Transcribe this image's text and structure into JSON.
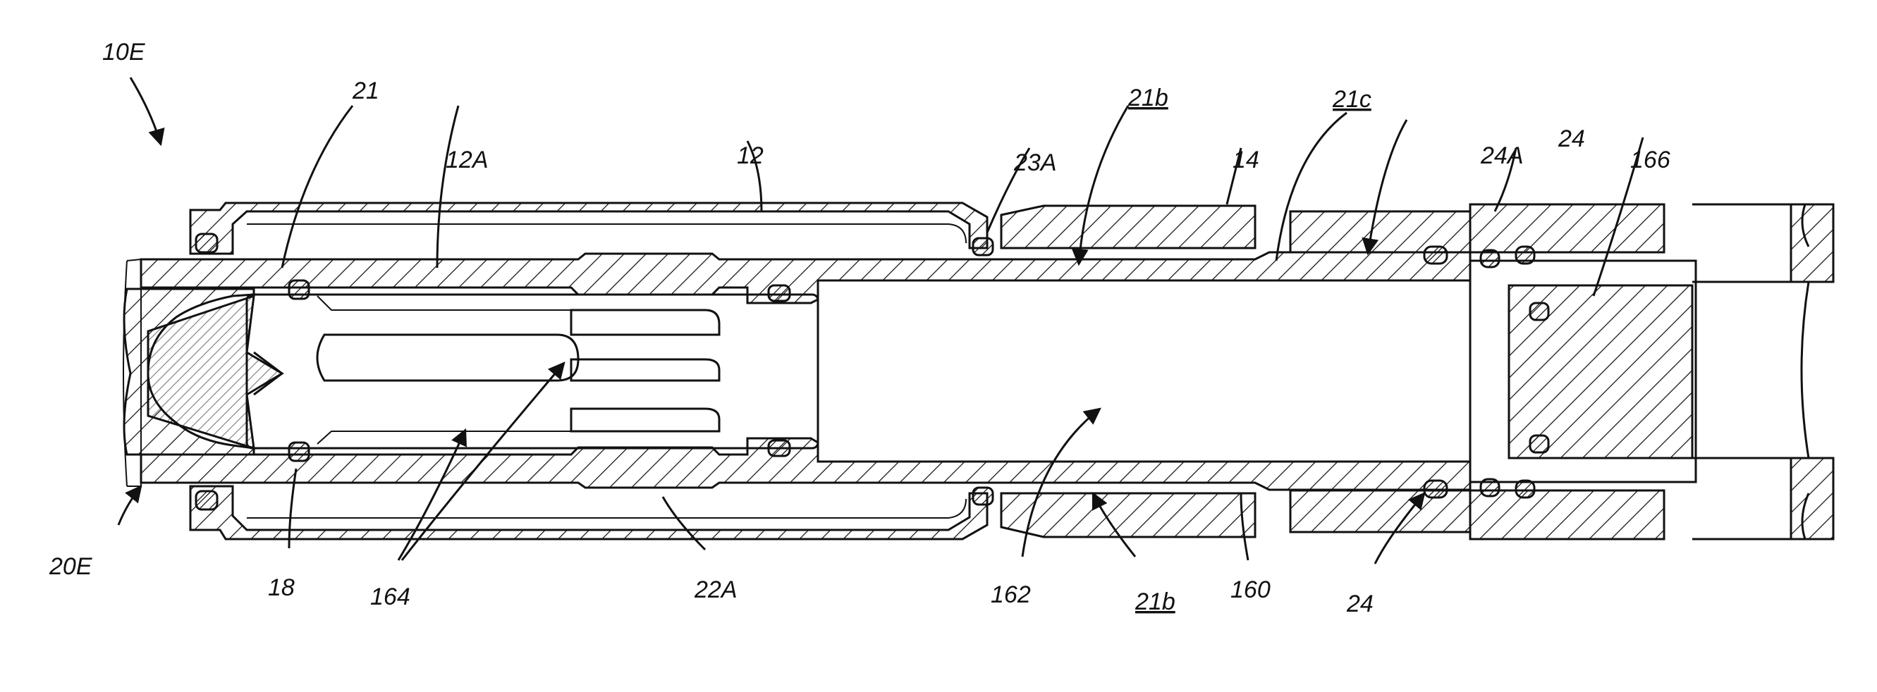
{
  "figure": {
    "labels": {
      "assembly_top": "10E",
      "assembly_bottom": "20E",
      "ref_21": "21",
      "ref_12A": "12A",
      "ref_12": "12",
      "ref_23A": "23A",
      "ref_21b_top": "21b",
      "ref_14": "14",
      "ref_21c": "21c",
      "ref_24A": "24A",
      "ref_24_top": "24",
      "ref_166": "166",
      "ref_18": "18",
      "ref_164": "164",
      "ref_22A": "22A",
      "ref_162": "162",
      "ref_21b_bottom": "21b",
      "ref_160": "160",
      "ref_24_bottom": "24"
    },
    "colors": {
      "line": "#111111",
      "background": "#ffffff"
    }
  }
}
